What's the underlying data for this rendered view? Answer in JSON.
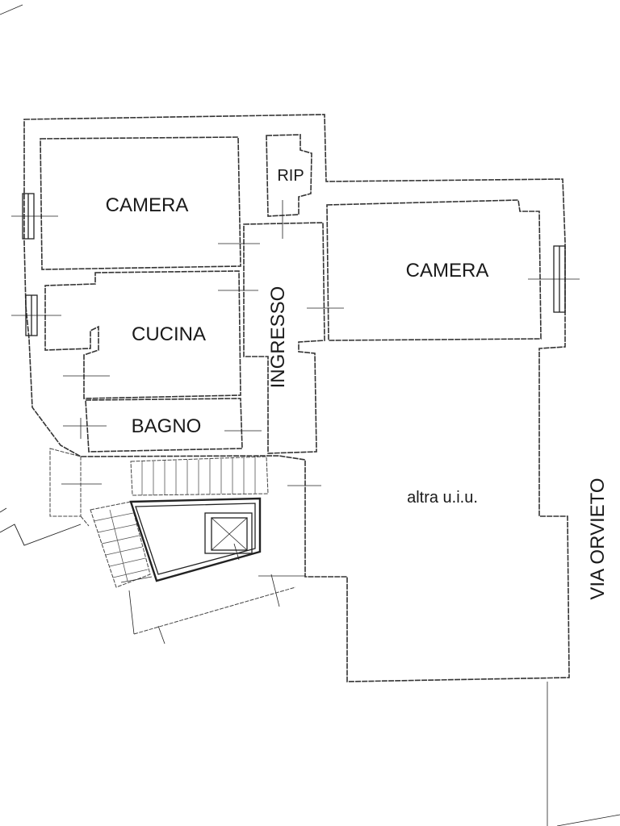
{
  "rooms": {
    "camera_1": "CAMERA",
    "ripostiglio": "RIP",
    "camera_2": "CAMERA",
    "cucina": "CUCINA",
    "ingresso": "INGRESSO",
    "bagno": "BAGNO",
    "other_unit": "altra u.i.u."
  },
  "street": "VIA ORVIETO"
}
